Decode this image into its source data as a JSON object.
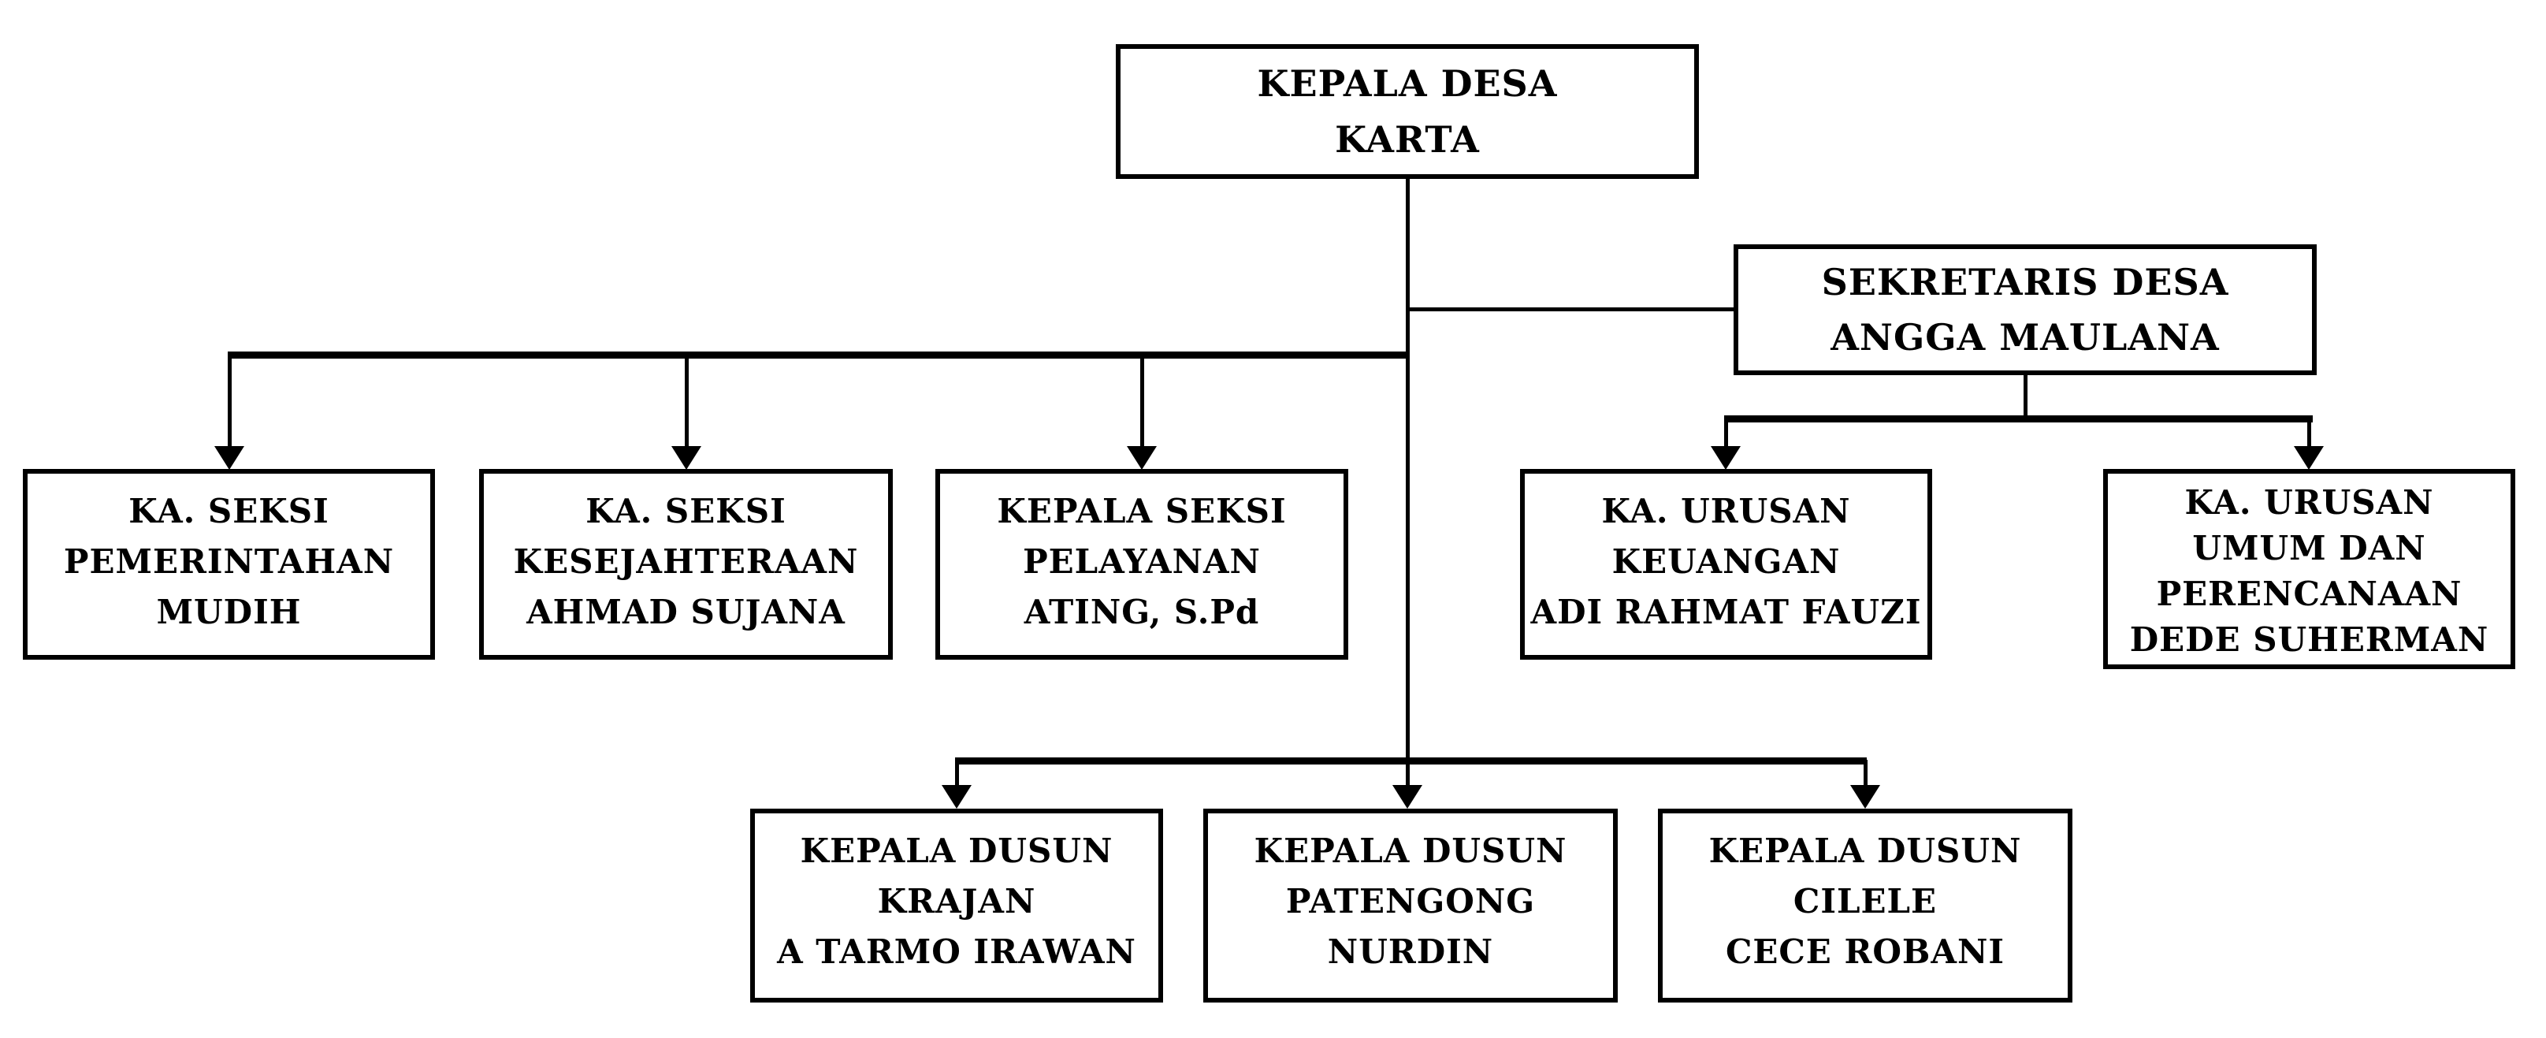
{
  "diagram": {
    "type": "org-chart",
    "background_color": "#ffffff",
    "line_color": "#000000",
    "text_color": "#000000",
    "nodes": [
      {
        "id": "kepala-desa",
        "lines": [
          "KEPALA DESA",
          "KARTA"
        ]
      },
      {
        "id": "sekretaris-desa",
        "lines": [
          "SEKRETARIS DESA",
          "ANGGA MAULANA"
        ]
      },
      {
        "id": "seksi-pemerintahan",
        "lines": [
          "KA. SEKSI",
          "PEMERINTAHAN",
          "MUDIH"
        ]
      },
      {
        "id": "seksi-kesejahteraan",
        "lines": [
          "KA. SEKSI",
          "KESEJAHTERAAN",
          "AHMAD SUJANA"
        ]
      },
      {
        "id": "seksi-pelayanan",
        "lines": [
          "KEPALA SEKSI",
          "PELAYANAN",
          "ATING, S.Pd"
        ]
      },
      {
        "id": "urusan-keuangan",
        "lines": [
          "KA. URUSAN",
          "KEUANGAN",
          "ADI RAHMAT FAUZI"
        ]
      },
      {
        "id": "urusan-umum",
        "lines": [
          "KA. URUSAN",
          "UMUM DAN",
          "PERENCANAAN",
          "DEDE SUHERMAN"
        ]
      },
      {
        "id": "dusun-krajan",
        "lines": [
          "KEPALA DUSUN",
          "KRAJAN",
          "A TARMO IRAWAN"
        ]
      },
      {
        "id": "dusun-patengong",
        "lines": [
          "KEPALA DUSUN",
          "PATENGONG",
          "NURDIN"
        ]
      },
      {
        "id": "dusun-cilele",
        "lines": [
          "KEPALA DUSUN",
          "CILELE",
          "CECE ROBANI"
        ]
      }
    ],
    "edges": [
      {
        "from": "kepala-desa",
        "to": "sekretaris-desa",
        "arrow": false
      },
      {
        "from": "kepala-desa",
        "to": "seksi-pemerintahan",
        "arrow": true
      },
      {
        "from": "kepala-desa",
        "to": "seksi-kesejahteraan",
        "arrow": true
      },
      {
        "from": "kepala-desa",
        "to": "seksi-pelayanan",
        "arrow": true
      },
      {
        "from": "sekretaris-desa",
        "to": "urusan-keuangan",
        "arrow": true
      },
      {
        "from": "sekretaris-desa",
        "to": "urusan-umum",
        "arrow": true
      },
      {
        "from": "kepala-desa",
        "to": "dusun-krajan",
        "arrow": true
      },
      {
        "from": "kepala-desa",
        "to": "dusun-patengong",
        "arrow": true
      },
      {
        "from": "kepala-desa",
        "to": "dusun-cilele",
        "arrow": true
      }
    ]
  }
}
